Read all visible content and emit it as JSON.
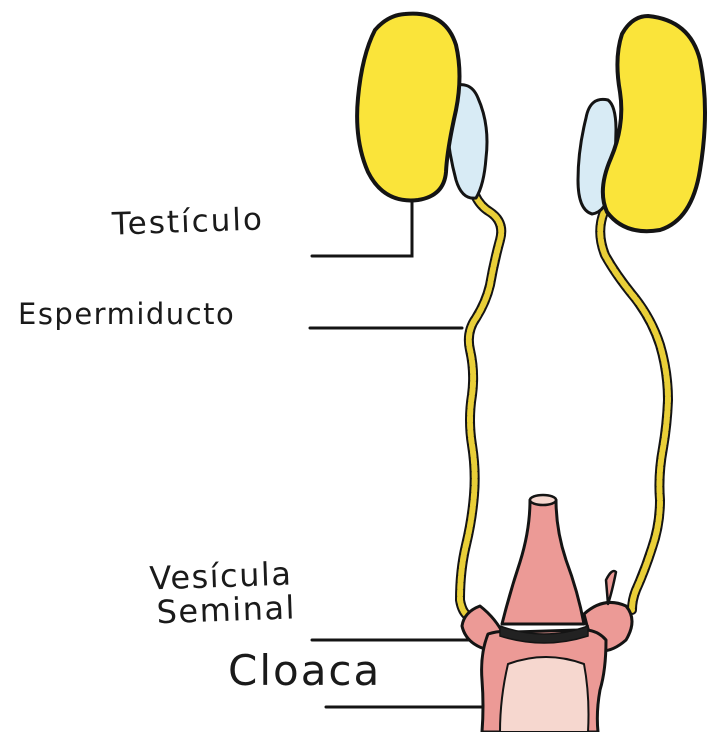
{
  "labels": {
    "testiculo": "Testículo",
    "espermiducto": "Espermiducto",
    "vesicula_line1": "Vesícula",
    "vesicula_line2": "Seminal",
    "cloaca": "Cloaca"
  },
  "colors": {
    "testis_fill": "#fae43a",
    "epididymis_fill": "#d8ebf5",
    "duct": "#e9cf38",
    "cloaca_body": "#ec9a96",
    "cloaca_light": "#f6d7cf",
    "outline": "#141414",
    "band": "#222222"
  }
}
